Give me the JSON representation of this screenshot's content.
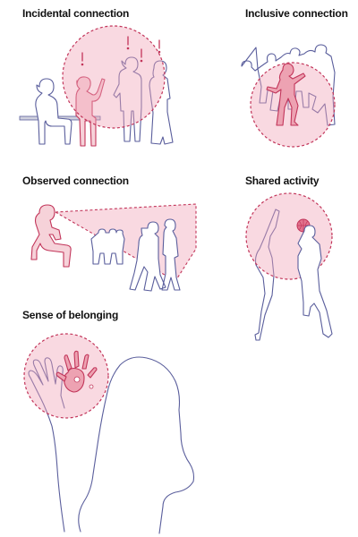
{
  "titles": {
    "incidental": "Incidental connection",
    "inclusive": "Inclusive connection",
    "observed": "Observed connection",
    "shared": "Shared activity",
    "belonging": "Sense of belonging"
  },
  "colors": {
    "accent": "#c2355a",
    "fill": "#f6d2d9",
    "outline": "#5a5e9c",
    "title": "#111111"
  }
}
